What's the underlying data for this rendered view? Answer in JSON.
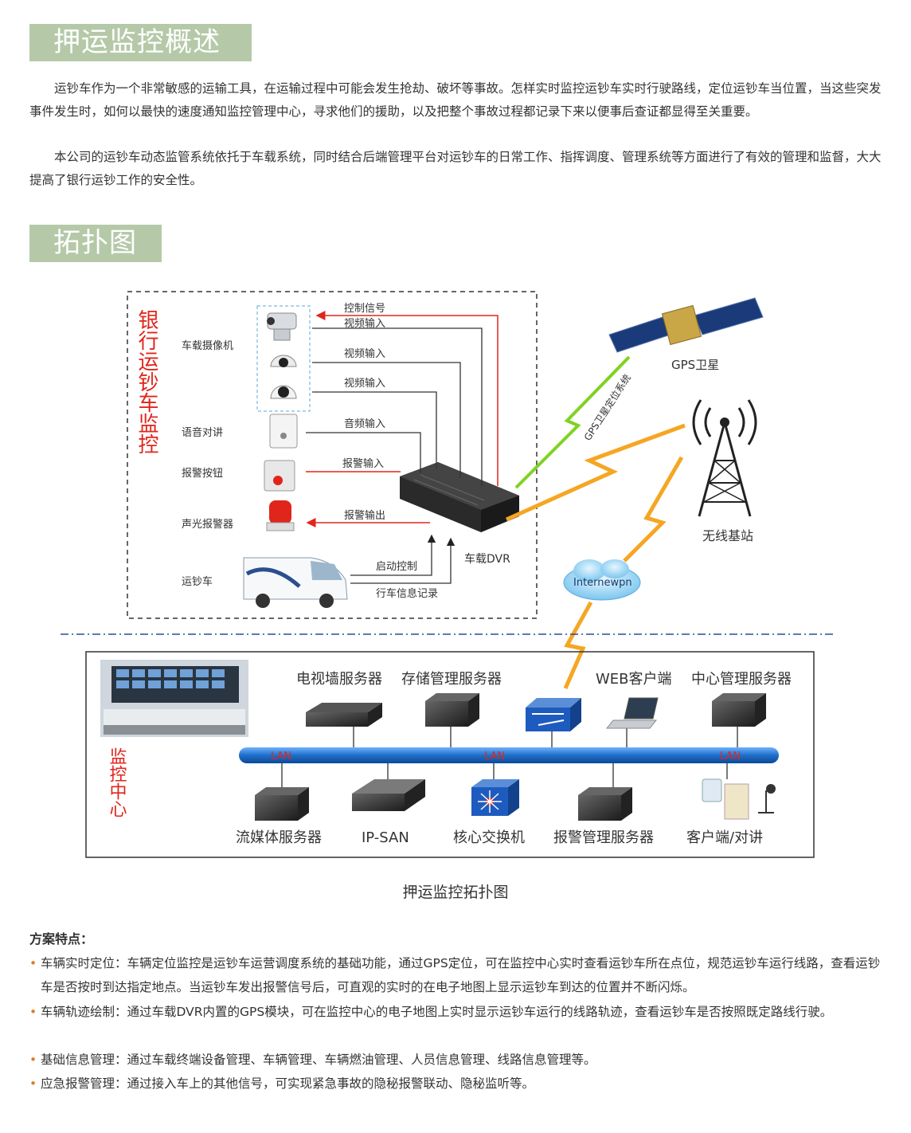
{
  "sections": {
    "overview_title": "押运监控概述",
    "topology_title": "拓扑图"
  },
  "overview": {
    "p1": "运钞车作为一个非常敏感的运输工具，在运输过程中可能会发生抢劫、破坏等事故。怎样实时监控运钞车实时行驶路线，定位运钞车当位置，当这些突发事件发生时，如何以最快的速度通知监控管理中心，寻求他们的援助，以及把整个事故过程都记录下来以便事后查证都显得至关重要。",
    "p2": "本公司的运钞车动态监管系统依托于车载系统，同时结合后端管理平台对运钞车的日常工作、指挥调度、管理系统等方面进行了有效的管理和监督，大大提高了银行运钞工作的安全性。"
  },
  "diagram": {
    "vehicle_box_label": "银行运钞车监控",
    "center_box_label": "监控中心",
    "devices": {
      "camera": "车载摄像机",
      "intercom": "语音对讲",
      "alarm_button": "报警按钮",
      "alarm_light": "声光报警器",
      "van": "运钞车",
      "dvr": "车载DVR"
    },
    "signals": {
      "control": "控制信号",
      "video1": "视频输入",
      "video2": "视频输入",
      "video3": "视频输入",
      "audio": "音频输入",
      "alarm_in": "报警输入",
      "alarm_out": "报警输出",
      "start": "启动控制",
      "record": "行车信息记录"
    },
    "gps_satellite": "GPS卫星",
    "gps_system": "GPS卫星定位系统",
    "base_station": "无线基站",
    "cloud": "Internewpn",
    "lan": "LAN",
    "servers_top": {
      "tv_wall": "电视墙服务器",
      "storage": "存储管理服务器",
      "web": "WEB客户端",
      "center": "中心管理服务器"
    },
    "servers_bottom": {
      "streaming": "流媒体服务器",
      "ipsan": "IP-SAN",
      "core_switch": "核心交换机",
      "alarm_server": "报警管理服务器",
      "client": "客户端/对讲"
    },
    "colors": {
      "red": "#e0261c",
      "lan_blue": "#1e6ec8",
      "bolt": "#f5a623",
      "gps_bolt": "#7ed321"
    }
  },
  "caption": "押运监控拓扑图",
  "features": {
    "title": "方案特点：",
    "items": [
      "车辆实时定位：车辆定位监控是运钞车运营调度系统的基础功能，通过GPS定位，可在监控中心实时查看运钞车所在点位，规范运钞车运行线路，查看运钞车是否按时到达指定地点。当运钞车发出报警信号后，可直观的实时的在电子地图上显示运钞车到达的位置并不断闪烁。",
      "车辆轨迹绘制：通过车载DVR内置的GPS模块，可在监控中心的电子地图上实时显示运钞车运行的线路轨迹，查看运钞车是否按照既定路线行驶。",
      "基础信息管理：通过车载终端设备管理、车辆管理、车辆燃油管理、人员信息管理、线路信息管理等。",
      "应急报警管理：通过接入车上的其他信号，可实现紧急事故的隐秘报警联动、隐秘监听等。"
    ]
  }
}
